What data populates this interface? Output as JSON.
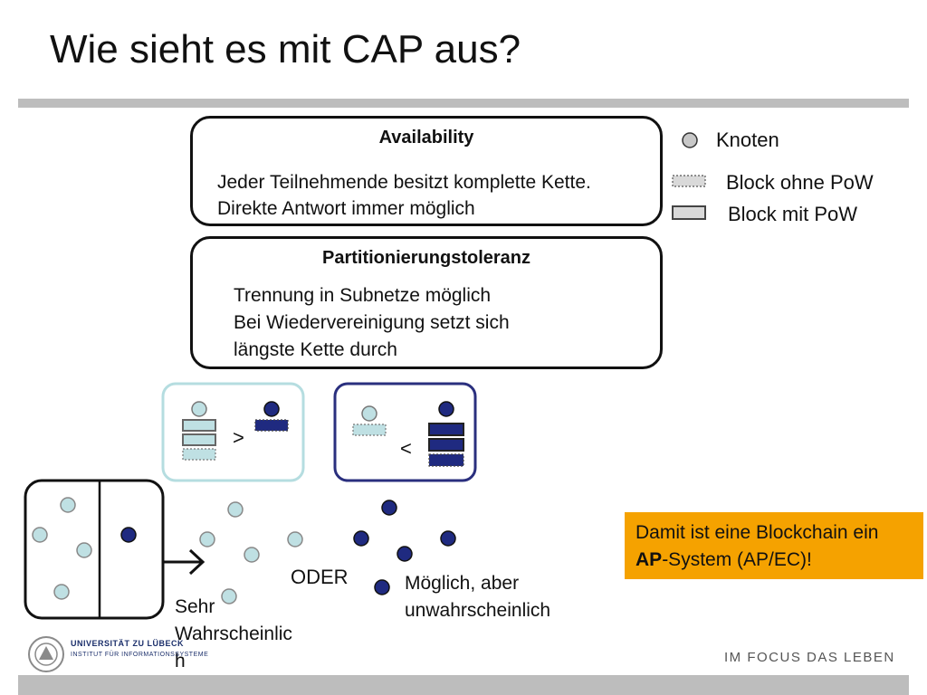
{
  "slide": {
    "title": "Wie sieht es mit CAP aus?"
  },
  "availability": {
    "title": "Availability",
    "line1": "Jeder Teilnehmende besitzt komplette Kette.",
    "line2": "Direkte Antwort immer möglich"
  },
  "partition": {
    "title": "Partitionierungstoleranz",
    "line1": "Trennung in Subnetze möglich",
    "line2": "Bei Wiedervereinigung setzt sich",
    "line3": "längste Kette durch"
  },
  "legend": {
    "node": "Knoten",
    "block_no_pow": "Block ohne PoW",
    "block_pow": "Block mit PoW"
  },
  "comparison": {
    "greater": ">",
    "less": "<"
  },
  "outcomes": {
    "or_label": "ODER",
    "likely_line1": "Sehr",
    "likely_line2": "Wahrscheinlic",
    "likely_line3": "h",
    "unlikely_line1": "Möglich, aber",
    "unlikely_line2": "unwahrscheinlich"
  },
  "callout": {
    "line1": "Damit ist eine Blockchain ein",
    "line2_bold": "AP",
    "line2_rest": "-System (AP/EC)!"
  },
  "footer": {
    "university": "UNIVERSITÄT ZU LÜBECK",
    "institute": "INSTITUT FÜR INFORMATIONSSYSTEME",
    "motto": "IM FOCUS DAS LEBEN"
  },
  "colors": {
    "light_node": "#bfe0e3",
    "dark_node": "#1f2a80",
    "callout": "#f5a200",
    "rule": "#bdbdbd"
  }
}
